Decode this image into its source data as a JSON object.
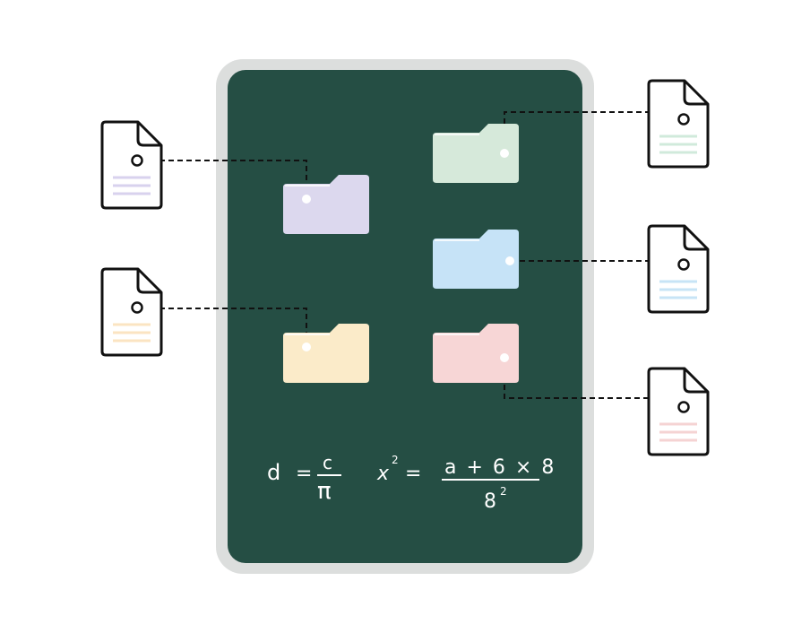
{
  "colors": {
    "background": "#ffffff",
    "board_frame": "#dcdedd",
    "board": "#254e44",
    "chalk": "#ffffff",
    "doc_outline": "#111111",
    "connector": "#111111"
  },
  "folders": [
    {
      "id": "purple",
      "color": "#dcd8ee",
      "line_color": "#d8d2ee"
    },
    {
      "id": "yellow",
      "color": "#fbebc9",
      "line_color": "#fbe4c2"
    },
    {
      "id": "green",
      "color": "#d6e9da",
      "line_color": "#d0eadb"
    },
    {
      "id": "blue",
      "color": "#c6e3f7",
      "line_color": "#c7e4f6"
    },
    {
      "id": "pink",
      "color": "#f7d6d6",
      "line_color": "#f5d3d3"
    }
  ],
  "formula": {
    "eq1_lhs": "d",
    "eq1_eq": "=",
    "eq1_num": "c",
    "eq1_den": "π",
    "eq2_lhs": "x",
    "eq2_exp": "2",
    "eq2_eq": "=",
    "eq2_num": "a + 6 × 8",
    "eq2_den": "8",
    "eq2_den_exp": "2"
  },
  "icons": {
    "folder": "folder-icon",
    "document": "document-icon"
  }
}
